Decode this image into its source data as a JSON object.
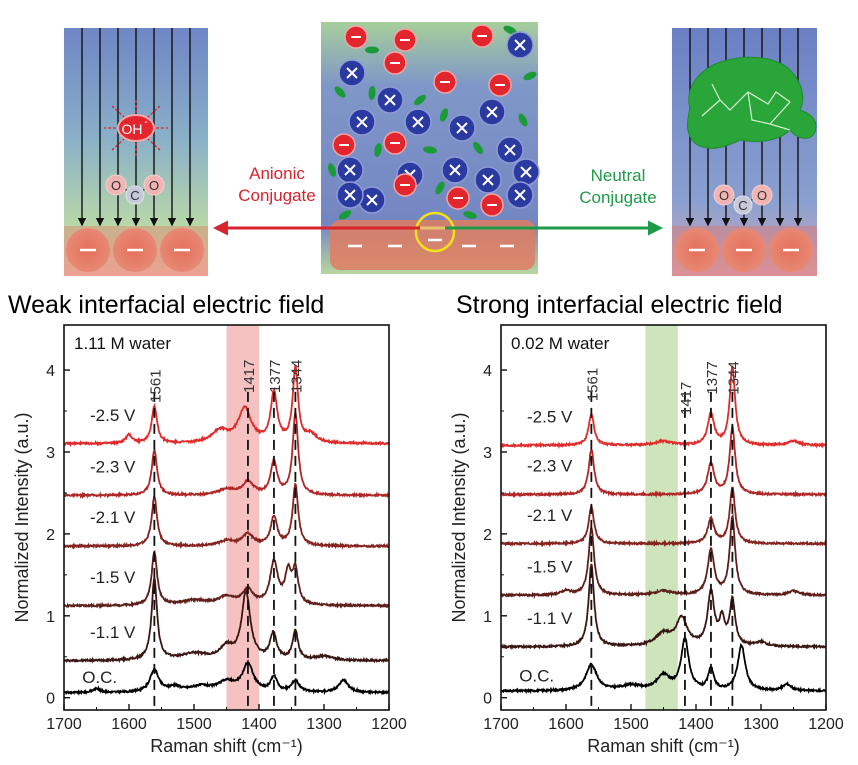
{
  "schematic": {
    "left_label": [
      "Anionic",
      "Conjugate"
    ],
    "right_label": [
      "Neutral",
      "Conjugate"
    ],
    "hydroxide_label": "OH",
    "hydroxide_charge": "-",
    "co2_atoms": [
      "O",
      "C",
      "O"
    ],
    "colors": {
      "anionic": "#d9232d",
      "neutral": "#1f9a48",
      "cation": "#2b3aa0",
      "anion": "#e3262d",
      "ligand": "#1b9a3a",
      "electrode": "#e0604a"
    }
  },
  "chart_data": [
    {
      "type": "line",
      "title": "Weak interfacial electric field",
      "annotation": "1.11 M water",
      "xlabel": "Raman shift (cm⁻¹)",
      "ylabel": "Normalized Intensity (a.u.)",
      "xlim": [
        1700,
        1200
      ],
      "ylim": [
        -0.15,
        4.55
      ],
      "x_ticks": [
        1700,
        1600,
        1500,
        1400,
        1300,
        1200
      ],
      "y_ticks": [
        0,
        1,
        2,
        3,
        4
      ],
      "highlight_band": {
        "range": [
          1450,
          1400
        ],
        "color": "#f4b6b6"
      },
      "peak_lines": [
        {
          "x": 1561,
          "label": "1561"
        },
        {
          "x": 1417,
          "label": "1417"
        },
        {
          "x": 1377,
          "label": "1377"
        },
        {
          "x": 1344,
          "label": "1344"
        }
      ],
      "series": [
        {
          "name": "O.C.",
          "offset": 0.06,
          "color": "#000000",
          "peaks": [
            [
              1650,
              0.05,
              6
            ],
            [
              1561,
              0.27,
              8
            ],
            [
              1530,
              0.06,
              12
            ],
            [
              1490,
              0.07,
              20
            ],
            [
              1450,
              0.12,
              15
            ],
            [
              1417,
              0.34,
              10
            ],
            [
              1377,
              0.18,
              6
            ],
            [
              1344,
              0.14,
              7
            ],
            [
              1270,
              0.15,
              9
            ]
          ]
        },
        {
          "name": "-1.1 V",
          "offset": 0.45,
          "color": "#3a1712",
          "peaks": [
            [
              1561,
              1.0,
              5
            ],
            [
              1500,
              0.08,
              25
            ],
            [
              1450,
              0.15,
              12
            ],
            [
              1420,
              0.82,
              8
            ],
            [
              1378,
              0.32,
              6
            ],
            [
              1344,
              0.35,
              5
            ],
            [
              1300,
              0.05,
              15
            ]
          ]
        },
        {
          "name": "-1.5 V",
          "offset": 1.12,
          "color": "#5e1f1a",
          "peaks": [
            [
              1561,
              0.65,
              5
            ],
            [
              1500,
              0.06,
              25
            ],
            [
              1450,
              0.1,
              15
            ],
            [
              1417,
              0.18,
              10
            ],
            [
              1377,
              0.52,
              7
            ],
            [
              1355,
              0.38,
              6
            ],
            [
              1344,
              0.4,
              5
            ]
          ]
        },
        {
          "name": "-2.1 V",
          "offset": 1.85,
          "color": "#85231f",
          "peaks": [
            [
              1561,
              0.6,
              5
            ],
            [
              1450,
              0.06,
              15
            ],
            [
              1417,
              0.14,
              10
            ],
            [
              1377,
              0.35,
              6
            ],
            [
              1344,
              0.75,
              5
            ]
          ]
        },
        {
          "name": "-2.3 V",
          "offset": 2.47,
          "color": "#b12727",
          "peaks": [
            [
              1561,
              0.55,
              5
            ],
            [
              1450,
              0.07,
              15
            ],
            [
              1417,
              0.16,
              10
            ],
            [
              1377,
              0.4,
              6
            ],
            [
              1344,
              1.0,
              5
            ]
          ]
        },
        {
          "name": "-2.5 V",
          "offset": 3.1,
          "color": "#e02b2b",
          "peaks": [
            [
              1600,
              0.1,
              6
            ],
            [
              1561,
              0.45,
              5
            ],
            [
              1460,
              0.15,
              15
            ],
            [
              1422,
              0.42,
              12
            ],
            [
              1377,
              0.6,
              6
            ],
            [
              1344,
              0.9,
              5
            ],
            [
              1320,
              0.1,
              10
            ]
          ]
        }
      ]
    },
    {
      "type": "line",
      "title": "Strong interfacial electric field",
      "annotation": "0.02 M water",
      "xlabel": "Raman shift (cm⁻¹)",
      "ylabel": "Normalized Intensity (a.u.)",
      "xlim": [
        1700,
        1200
      ],
      "ylim": [
        -0.15,
        4.55
      ],
      "x_ticks": [
        1700,
        1600,
        1500,
        1400,
        1300,
        1200
      ],
      "y_ticks": [
        0,
        1,
        2,
        3,
        4
      ],
      "highlight_band": {
        "range": [
          1478,
          1428
        ],
        "color": "#c6e0b0"
      },
      "peak_lines": [
        {
          "x": 1561,
          "label": "1561"
        },
        {
          "x": 1417,
          "label": "1417"
        },
        {
          "x": 1377,
          "label": "1377"
        },
        {
          "x": 1344,
          "label": "1344"
        }
      ],
      "series": [
        {
          "name": "O.C.",
          "offset": 0.08,
          "color": "#000000",
          "peaks": [
            [
              1561,
              0.32,
              10
            ],
            [
              1500,
              0.06,
              20
            ],
            [
              1450,
              0.18,
              12
            ],
            [
              1417,
              0.62,
              7
            ],
            [
              1377,
              0.26,
              5
            ],
            [
              1330,
              0.55,
              7
            ],
            [
              1260,
              0.08,
              8
            ]
          ]
        },
        {
          "name": "-1.1 V",
          "offset": 0.62,
          "color": "#3a1712",
          "peaks": [
            [
              1561,
              1.0,
              5
            ],
            [
              1450,
              0.15,
              15
            ],
            [
              1422,
              0.33,
              10
            ],
            [
              1377,
              0.65,
              6
            ],
            [
              1360,
              0.3,
              5
            ],
            [
              1344,
              0.55,
              5
            ],
            [
              1300,
              0.05,
              10
            ]
          ]
        },
        {
          "name": "-1.5 V",
          "offset": 1.25,
          "color": "#5e1f1a",
          "peaks": [
            [
              1600,
              0.05,
              10
            ],
            [
              1561,
              0.82,
              5
            ],
            [
              1450,
              0.05,
              15
            ],
            [
              1377,
              0.55,
              6
            ],
            [
              1344,
              0.95,
              5
            ],
            [
              1250,
              0.05,
              10
            ]
          ]
        },
        {
          "name": "-2.1 V",
          "offset": 1.88,
          "color": "#85231f",
          "peaks": [
            [
              1561,
              0.45,
              5
            ],
            [
              1377,
              0.3,
              6
            ],
            [
              1344,
              0.68,
              5
            ]
          ]
        },
        {
          "name": "-2.3 V",
          "offset": 2.48,
          "color": "#b12727",
          "peaks": [
            [
              1561,
              0.55,
              5
            ],
            [
              1377,
              0.38,
              6
            ],
            [
              1344,
              0.82,
              5
            ]
          ]
        },
        {
          "name": "-2.5 V",
          "offset": 3.08,
          "color": "#e02b2b",
          "peaks": [
            [
              1561,
              0.38,
              5
            ],
            [
              1450,
              0.05,
              15
            ],
            [
              1377,
              0.38,
              6
            ],
            [
              1344,
              0.95,
              5
            ],
            [
              1250,
              0.05,
              10
            ]
          ]
        }
      ]
    }
  ]
}
